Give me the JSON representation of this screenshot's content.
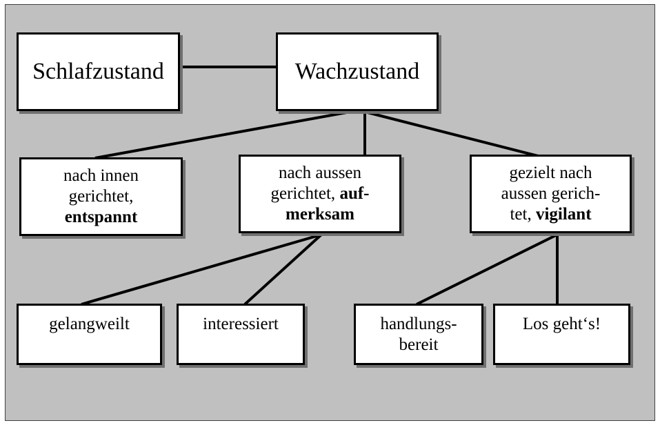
{
  "nodes": {
    "schlafzustand": "Schlafzustand",
    "wachzustand": "Wachzustand",
    "innen": {
      "text": "nach innen\ngerichtet,",
      "bold": "entspannt"
    },
    "aussen": {
      "text": "nach aussen\ngerichtet, ",
      "bold1": "auf-",
      "bold2": "merksam"
    },
    "gezielt": {
      "text": "gezielt nach\naussen gerich-\ntet, ",
      "bold": "vigilant"
    },
    "gelangweilt": "gelangweilt",
    "interessiert": "interessiert",
    "handlungsbereit": "handlungs-\nbereit",
    "losgehts": "Los geht‘s!"
  },
  "colors": {
    "background": "#c0c0c0",
    "box": "#ffffff",
    "border": "#000000",
    "shadow": "#707070"
  }
}
